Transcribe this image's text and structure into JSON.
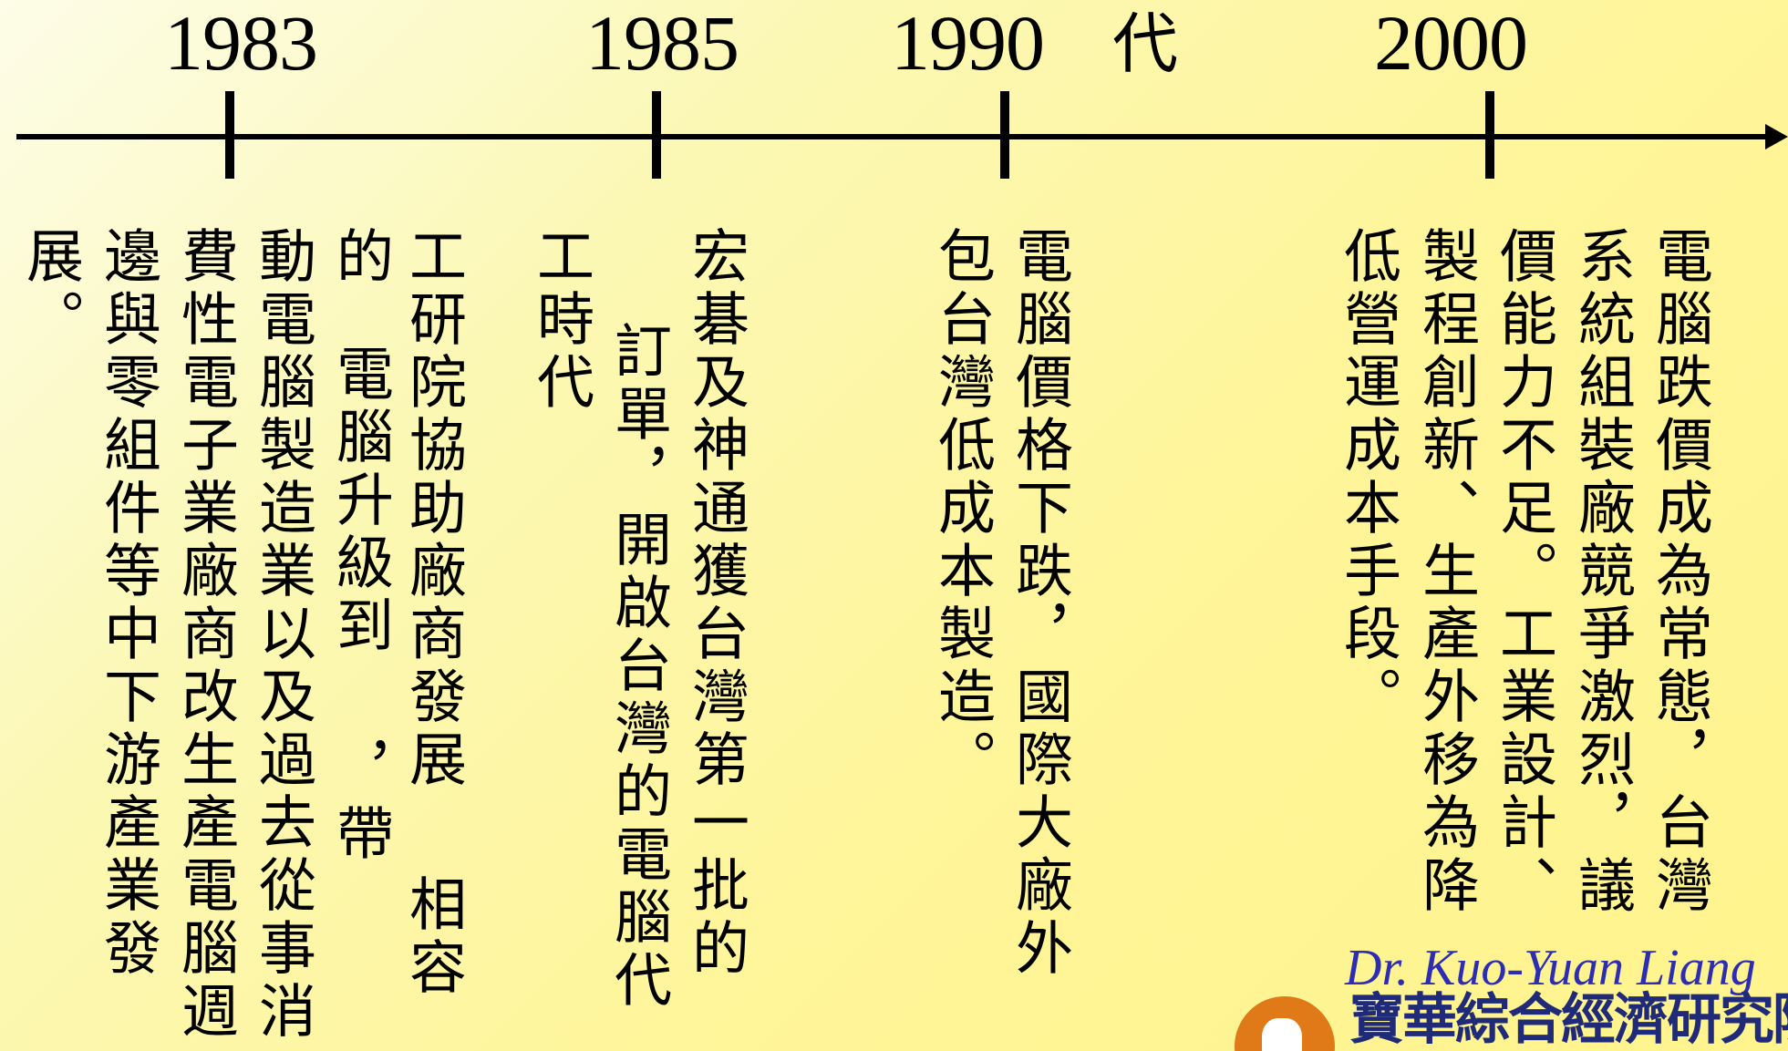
{
  "timeline": {
    "years": [
      "1983",
      "1985",
      "1990",
      "2000"
    ],
    "decade_char": "代"
  },
  "columns": {
    "c2000_1": "電腦跌價成為常態，台灣",
    "c2000_2": "系統組裝廠競爭激烈，議",
    "c2000_3": "價能力不足。工業設計、",
    "c2000_4": "製程創新、生產外移為降",
    "c2000_5": "低營運成本手段。",
    "c1990_1": "電腦價格下跌，國際大廠外",
    "c1990_2": "包台灣低成本製造。",
    "c1985_1": "宏碁及神通獲台灣第一批的",
    "c1985_2": "訂單，開啟台灣的電腦代",
    "c1985_3": "工時代",
    "c1983_1a": "工研院協助廠商發展",
    "c1983_1b": "相容",
    "c1983_2a": "的",
    "c1983_2b": "電腦升級到",
    "c1983_2c": "，帶",
    "c1983_3": "動電腦製造業以及過去從事消",
    "c1983_4": "費性電子業廠商改生產電腦週",
    "c1983_5": "邊與零組件等中下游產業發",
    "c1983_6": "展。"
  },
  "footer": {
    "author": "Dr. Kuo-Yuan Liang",
    "org": "寶華綜合經濟研究院"
  }
}
